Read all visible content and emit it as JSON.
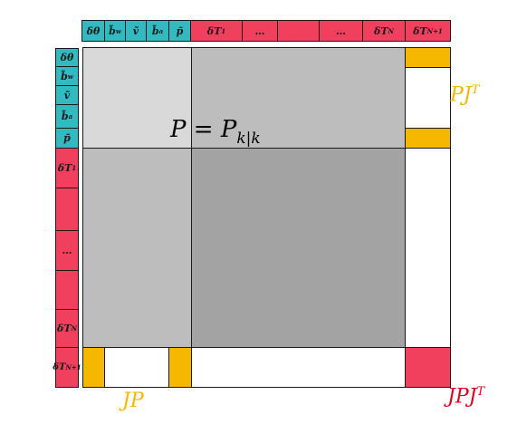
{
  "top_header": {
    "cells": [
      {
        "main": "δθ",
        "sub": ""
      },
      {
        "main": "b̃",
        "sub": "w"
      },
      {
        "main": "ṽ",
        "sub": ""
      },
      {
        "main": "b̃",
        "sub": "a"
      },
      {
        "main": "p̃",
        "sub": ""
      },
      {
        "main": "δT",
        "sub": "1"
      },
      {
        "main": "…",
        "sub": ""
      },
      {
        "main": "",
        "sub": ""
      },
      {
        "main": "…",
        "sub": ""
      },
      {
        "main": "δT",
        "sub": "N"
      },
      {
        "main": "δT",
        "sub": "N+1"
      }
    ]
  },
  "left_header": {
    "cells": [
      {
        "main": "δθ",
        "sub": ""
      },
      {
        "main": "b̃",
        "sub": "w"
      },
      {
        "main": "ṽ",
        "sub": ""
      },
      {
        "main": "b̃",
        "sub": "a"
      },
      {
        "main": "p̃",
        "sub": ""
      },
      {
        "main": "δT",
        "sub": "1"
      },
      {
        "main": "",
        "sub": ""
      },
      {
        "main": "…",
        "sub": ""
      },
      {
        "main": "",
        "sub": ""
      },
      {
        "main": "δT",
        "sub": "N"
      },
      {
        "main": "δT",
        "sub": "N+1"
      }
    ]
  },
  "matrix": {
    "equation_lhs": "P",
    "equation_eq": "=",
    "equation_rhs": "P",
    "equation_sub": "k|k"
  },
  "labels": {
    "pjt_main": "PJ",
    "pjt_sup": "T",
    "jp": "JP",
    "jpjt_main": "JPJ",
    "jpjt_sup": "T"
  },
  "colors": {
    "teal": "#33b9c0",
    "red": "#f0405e",
    "yellow": "#f6b700",
    "gray_light": "#d9d9d9",
    "gray_mid": "#bdbdbd",
    "gray_dark": "#a3a3a3",
    "label_yellow": "#f6b700",
    "label_red": "#e0001e"
  }
}
